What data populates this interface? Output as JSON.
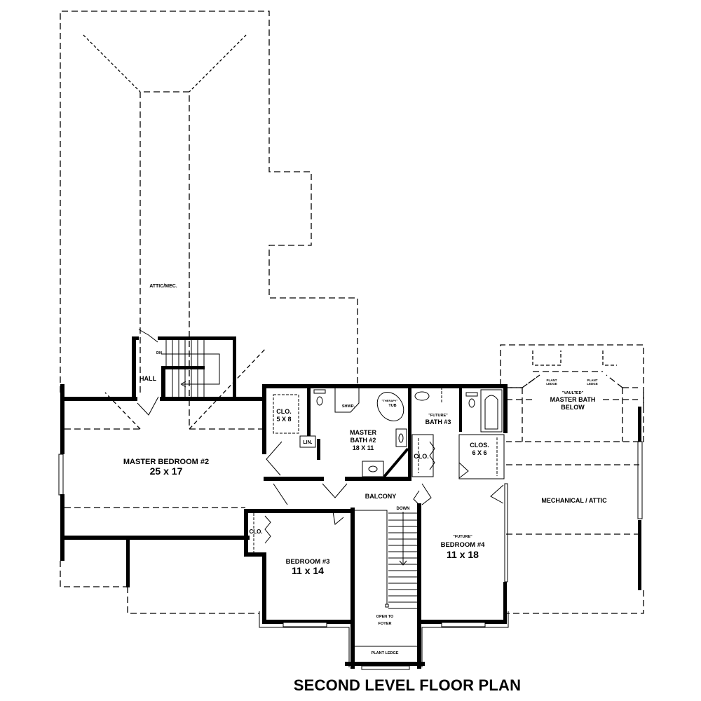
{
  "plan_title": "SECOND LEVEL FLOOR PLAN",
  "rooms": {
    "attic_mec": {
      "name": "ATTIC/MEC."
    },
    "hall": {
      "name": "HALL",
      "stair_label": "DN"
    },
    "master_bedroom_2": {
      "name": "MASTER BEDROOM #2",
      "size": "25 x 17"
    },
    "closet_5x8": {
      "name": "CLO.",
      "size": "5 X 8"
    },
    "linen": {
      "name": "LIN."
    },
    "master_bath_2": {
      "name_line1": "MASTER",
      "name_line2": "BATH #2",
      "size": "18 X 11",
      "shower": "SHWR.",
      "tub_note": "\"THERAPY\"",
      "tub": "TUB"
    },
    "future_bath_3": {
      "qualifier": "\"FUTURE\"",
      "name": "BATH #3"
    },
    "closet_bath3": {
      "name": "CLO."
    },
    "closet_6x6": {
      "name": "CLOS.",
      "size": "6 X 6"
    },
    "vaulted_master_bath": {
      "qualifier": "\"VAULTED\"",
      "name_line1": "MASTER BATH",
      "name_line2": "BELOW",
      "ledge_left": "PLANT\nLEDGE",
      "ledge_left_l1": "PLANT",
      "ledge_left_l2": "LEDGE",
      "ledge_right_l1": "PLANT",
      "ledge_right_l2": "LEDGE"
    },
    "balcony": {
      "name": "BALCONY",
      "stair_label": "DOWN"
    },
    "bedroom_3": {
      "name": "BEDROOM #3",
      "size": "11 x 14",
      "closet": "CLO."
    },
    "open_to_foyer": {
      "line1": "OPEN TO",
      "line2": "FOYER",
      "ledge": "PLANT LEDGE"
    },
    "future_bedroom_4": {
      "qualifier": "\"FUTURE\"",
      "name": "BEDROOM #4",
      "size": "11 x 18"
    },
    "mechanical_attic": {
      "name": "MECHANICAL / ATTIC"
    }
  }
}
